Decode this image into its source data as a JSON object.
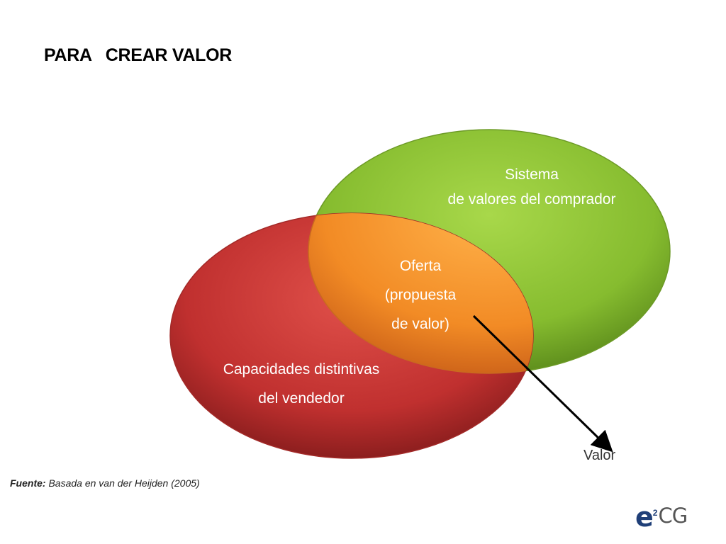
{
  "title": "PARA   CREAR VALOR",
  "circles": {
    "buyer": {
      "lines": [
        "Sistema",
        "de valores del comprador"
      ],
      "color": "#86bc2f"
    },
    "seller": {
      "lines": [
        "Capacidades distintivas",
        "del vendedor"
      ],
      "color": "#c0302f"
    },
    "offer": {
      "lines": [
        "Oferta",
        "(propuesta",
        "de valor)"
      ],
      "color": "#f28b25"
    }
  },
  "arrow_label": "Valor",
  "source": {
    "prefix": "Fuente:",
    "text": " Basada en van der Heijden (2005)"
  },
  "logo": {
    "e": "e",
    "sup": "2",
    "cg": "CG"
  }
}
